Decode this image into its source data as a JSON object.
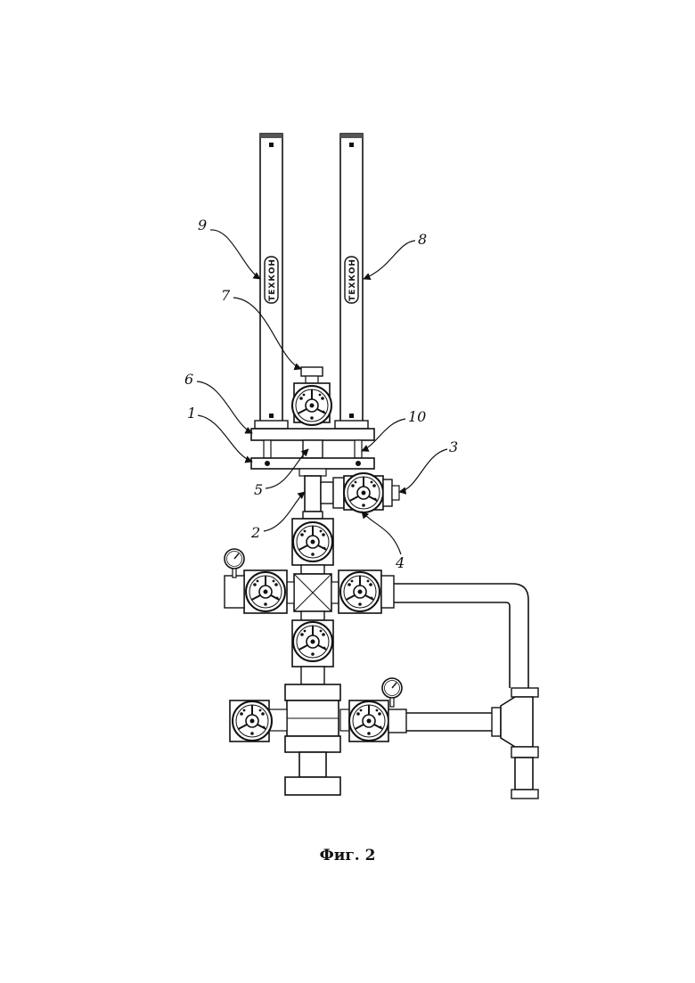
{
  "figure": {
    "caption": "Фиг. 2",
    "tube_label": "ТЕХКОН",
    "callouts": [
      "1",
      "2",
      "3",
      "4",
      "5",
      "6",
      "7",
      "8",
      "9",
      "10"
    ]
  }
}
